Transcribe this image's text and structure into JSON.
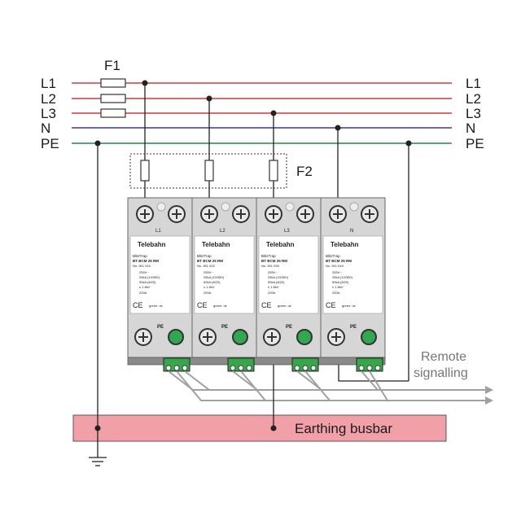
{
  "lines": [
    {
      "id": "L1",
      "label": "L1",
      "color": "#d23a3a"
    },
    {
      "id": "L2",
      "label": "L2",
      "color": "#d23a3a"
    },
    {
      "id": "L3",
      "label": "L3",
      "color": "#d23a3a"
    },
    {
      "id": "N",
      "label": "N",
      "color": "#3a3a8c"
    },
    {
      "id": "PE",
      "label": "PE",
      "color": "#1f8a4c"
    }
  ],
  "fuses": {
    "f1_label": "F1",
    "f2_label": "F2"
  },
  "modules": [
    {
      "terminal": "L1",
      "brand": "Telebahn",
      "product": "BlitzTrap",
      "model": "BT BCM 25 RM",
      "part_no": "No. 901 010",
      "spec_uc": "255V~",
      "spec_imp": "25kA (10/350)",
      "spec_in": "50kA (8/20)",
      "spec_up": "≤ 1.8kV",
      "spec_fuse": "200A",
      "status": "green: ok",
      "pe": "PE"
    },
    {
      "terminal": "L2",
      "brand": "Telebahn",
      "product": "BlitzTrap",
      "model": "BT BCM 25 RM",
      "part_no": "No. 901 020",
      "spec_uc": "255V~",
      "spec_imp": "25kA (10/350)",
      "spec_in": "50kA (8/20)",
      "spec_up": "≤ 1.8kV",
      "spec_fuse": "200A",
      "status": "green: ok",
      "pe": "PE"
    },
    {
      "terminal": "L3",
      "brand": "Telebahn",
      "product": "BlitzTrap",
      "model": "BT BCM 25 RM",
      "part_no": "No. 901 030",
      "spec_uc": "255V~",
      "spec_imp": "25kA (10/350)",
      "spec_in": "50kA (8/20)",
      "spec_up": "≤ 1.8kV",
      "spec_fuse": "200A",
      "status": "green: ok",
      "pe": "PE"
    },
    {
      "terminal": "N",
      "brand": "Telebahn",
      "product": "BlitzTrap",
      "model": "BT BCM 25 RM",
      "part_no": "No. 901 040",
      "spec_uc": "255V~",
      "spec_imp": "25kA (10/350)",
      "spec_in": "50kA (8/20)",
      "spec_up": "≤ 1.8kV",
      "spec_fuse": "200A",
      "status": "green: ok",
      "pe": "PE"
    }
  ],
  "remote": {
    "line1": "Remote",
    "line2": "signalling"
  },
  "busbar": {
    "label": "Earthing busbar",
    "color": "#f2a0a8"
  }
}
